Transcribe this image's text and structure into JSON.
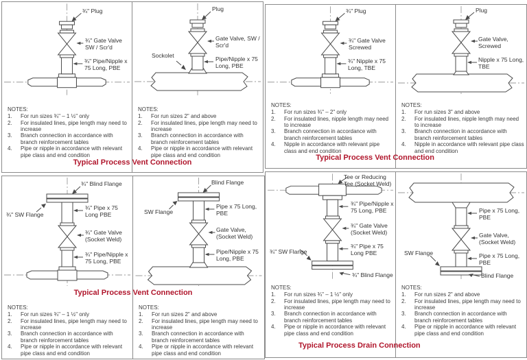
{
  "accent_red": "#b0162c",
  "quadrants": [
    {
      "name": "top-left",
      "title": "Typical Process Vent Connection",
      "panels": [
        {
          "labels": {
            "plug": "¾\" Plug",
            "valve": "¾\" Gate Valve SW / Scr'd",
            "pipe": "¾\" Pipe/Nipple x 75 Long, PBE"
          },
          "notes_title": "NOTES:",
          "notes": [
            "For run sizes ¾\" – 1 ½\" only",
            "For insulated lines, pipe length may need to increase",
            "Branch connection in accordance with branch reinforcement tables",
            "Pipe or nipple in accordance with relevant pipe class and end condition"
          ]
        },
        {
          "labels": {
            "plug": "Plug",
            "valve": "Gate Valve, SW / Scr'd",
            "sockolet": "Sockolet",
            "pipe": "Pipe/Nipple x 75 Long, PBE"
          },
          "notes_title": "NOTES:",
          "notes": [
            "For run sizes 2\" and above",
            "For insulated lines, pipe length may need to increase",
            "Branch connection in accordance with branch reinforcement tables",
            "Pipe or nipple in accordance with relevant pipe class and end condition"
          ]
        }
      ]
    },
    {
      "name": "top-right",
      "title": "Typical Process Vent Connection",
      "panels": [
        {
          "labels": {
            "plug": "¾\" Plug",
            "valve": "¾\" Gate Valve Screwed",
            "pipe": "¾\" Nipple x 75 Long, TBE"
          },
          "notes_title": "NOTES:",
          "notes": [
            "For run sizes ¾\" – 2\" only",
            "For insulated lines, nipple length may need to increase",
            "Branch connection in accordance with branch reinforcement tables",
            "Nipple in accordance with relevant pipe class and end condition"
          ]
        },
        {
          "labels": {
            "plug": "Plug",
            "valve": "Gate Valve, Screwed",
            "pipe": "Nipple x 75 Long, TBE"
          },
          "notes_title": "NOTES:",
          "notes": [
            "For run sizes 3\" and above",
            "For insulated lines, nipple length may need to increase",
            "Branch connection in accordance with branch reinforcement tables",
            "Nipple in accordance with relevant pipe class and end condition"
          ]
        }
      ]
    },
    {
      "name": "bottom-left",
      "title": "Typical Process Vent Connection",
      "panels": [
        {
          "labels": {
            "blind_flange": "¾\" Blind Flange",
            "sw_flange": "¾\" SW Flange",
            "pipe_top": "¾\" Pipe x 75 Long PBE",
            "valve": "¾\" Gate Valve (Socket Weld)",
            "pipe_bottom": "¾\" Pipe/Nipple x 75 Long, PBE"
          },
          "notes_title": "NOTES:",
          "notes": [
            "For run sizes ¾\" – 1 ½\" only",
            "For insulated lines, pipe length may need to increase",
            "Branch connection in accordance with branch reinforcement tables",
            "Pipe or nipple in accordance with relevant pipe class and end condition"
          ]
        },
        {
          "labels": {
            "blind_flange": "Blind Flange",
            "sw_flange": "SW Flange",
            "pipe_top": "Pipe x 75 Long, PBE",
            "valve": "Gate Valve, (Socket Weld)",
            "pipe_bottom": "Pipe/Nipple x 75 Long, PBE"
          },
          "notes_title": "NOTES:",
          "notes": [
            "For run sizes 2\" and above",
            "For insulated lines, pipe length may need to increase",
            "Branch connection in accordance with branch reinforcement tables",
            "Pipe or nipple in accordance with relevant pipe class and end condition"
          ]
        }
      ]
    },
    {
      "name": "bottom-right",
      "title": "Typical Process Drain Connection",
      "panels": [
        {
          "labels": {
            "tee": "Tee or Reducing Tee (Socket Weld)",
            "pipe_top": "¾\" Pipe/Nipple x 75 Long, PBE",
            "valve": "¾\" Gate Valve (Socket Weld)",
            "sw_flange": "¾\" SW Flange",
            "pipe_bottom": "¾\" Pipe x 75 Long PBE",
            "blind_flange": "¾\" Blind Flange"
          },
          "notes_title": "NOTES:",
          "notes": [
            "For run sizes ¾\" – 1 ½\" only",
            "For insulated lines, pipe length may need to increase",
            "Branch connection in accordance with branch reinforcement tables",
            "Pipe or nipple in accordance with relevant pipe class and end condition"
          ]
        },
        {
          "labels": {
            "pipe_top": "Pipe x 75 Long, PBE",
            "valve": "Gate Valve, (Socket Weld)",
            "sw_flange": "SW Flange",
            "pipe_bottom": "Pipe x 75 Long, PBE",
            "blind_flange": "Blind Flange"
          },
          "notes_title": "NOTES:",
          "notes": [
            "For run sizes 2\" and above",
            "For insulated lines, pipe length may need to increase",
            "Branch connection in accordance with branch reinforcement tables",
            "Pipe or nipple in accordance with relevant pipe class and end condition"
          ]
        }
      ]
    }
  ]
}
